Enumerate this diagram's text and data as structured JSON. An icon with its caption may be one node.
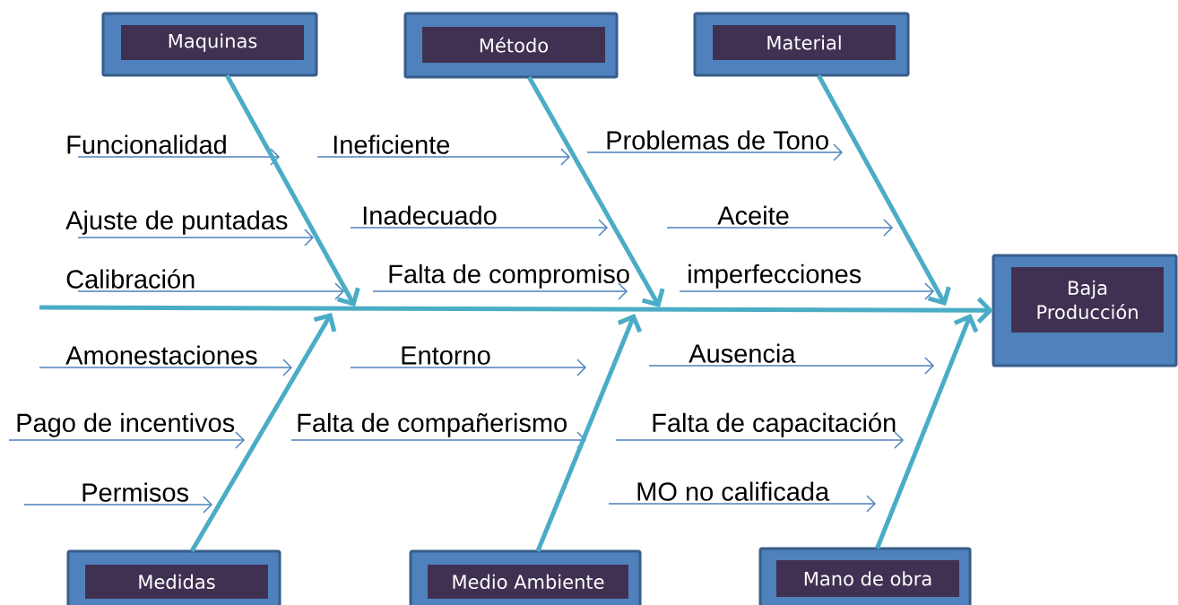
{
  "diagram": {
    "nodes": [
      {
        "text": [
          "Maquinas"
        ]
      },
      {
        "text": [
          "Método"
        ]
      },
      {
        "text": [
          "Material"
        ]
      },
      {
        "text": [
          "Medidas"
        ]
      },
      {
        "text": [
          "Medio Ambiente"
        ]
      },
      {
        "text": [
          "Mano de obra"
        ]
      },
      {
        "text": [
          "Baja Producción"
        ]
      }
    ],
    "edges": [
      {
        "from": 0,
        "to": null,
        "arrow": "to"
      },
      {
        "from": 1,
        "to": null,
        "arrow": "to"
      },
      {
        "from": 2,
        "to": null,
        "arrow": "to"
      },
      {
        "from": 3,
        "to": null,
        "arrow": "to"
      },
      {
        "from": 4,
        "to": null,
        "arrow": "to"
      },
      {
        "from": 5,
        "to": null,
        "arrow": "to"
      },
      {
        "from": null,
        "to": 6,
        "arrow": "to"
      }
    ],
    "labels": [
      "Funcionalidad",
      "Ineficiente",
      "Problemas de Tono",
      "Ajuste de puntadas",
      "Inadecuado",
      "Aceite",
      "Calibración",
      "Falta de compromiso",
      "imperfecciones",
      "Amonestaciones",
      "Entorno",
      "Ausencia",
      "Pago de incentivos",
      "Falta de compañerismo",
      "Falta de capacitación",
      "Permisos",
      "MO no calificada"
    ]
  }
}
